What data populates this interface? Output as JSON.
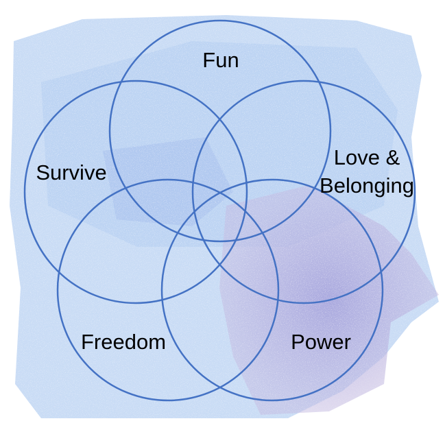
{
  "diagram": {
    "type": "five-circle venn",
    "circle_color": "#4472C4",
    "needs": [
      {
        "id": "fun",
        "label_lines": [
          "Fun"
        ]
      },
      {
        "id": "survive",
        "label_lines": [
          "Survive"
        ]
      },
      {
        "id": "love",
        "label_lines": [
          "Love &",
          "Belonging"
        ]
      },
      {
        "id": "freedom",
        "label_lines": [
          "Freedom"
        ]
      },
      {
        "id": "power",
        "label_lines": [
          "Power"
        ]
      }
    ]
  }
}
